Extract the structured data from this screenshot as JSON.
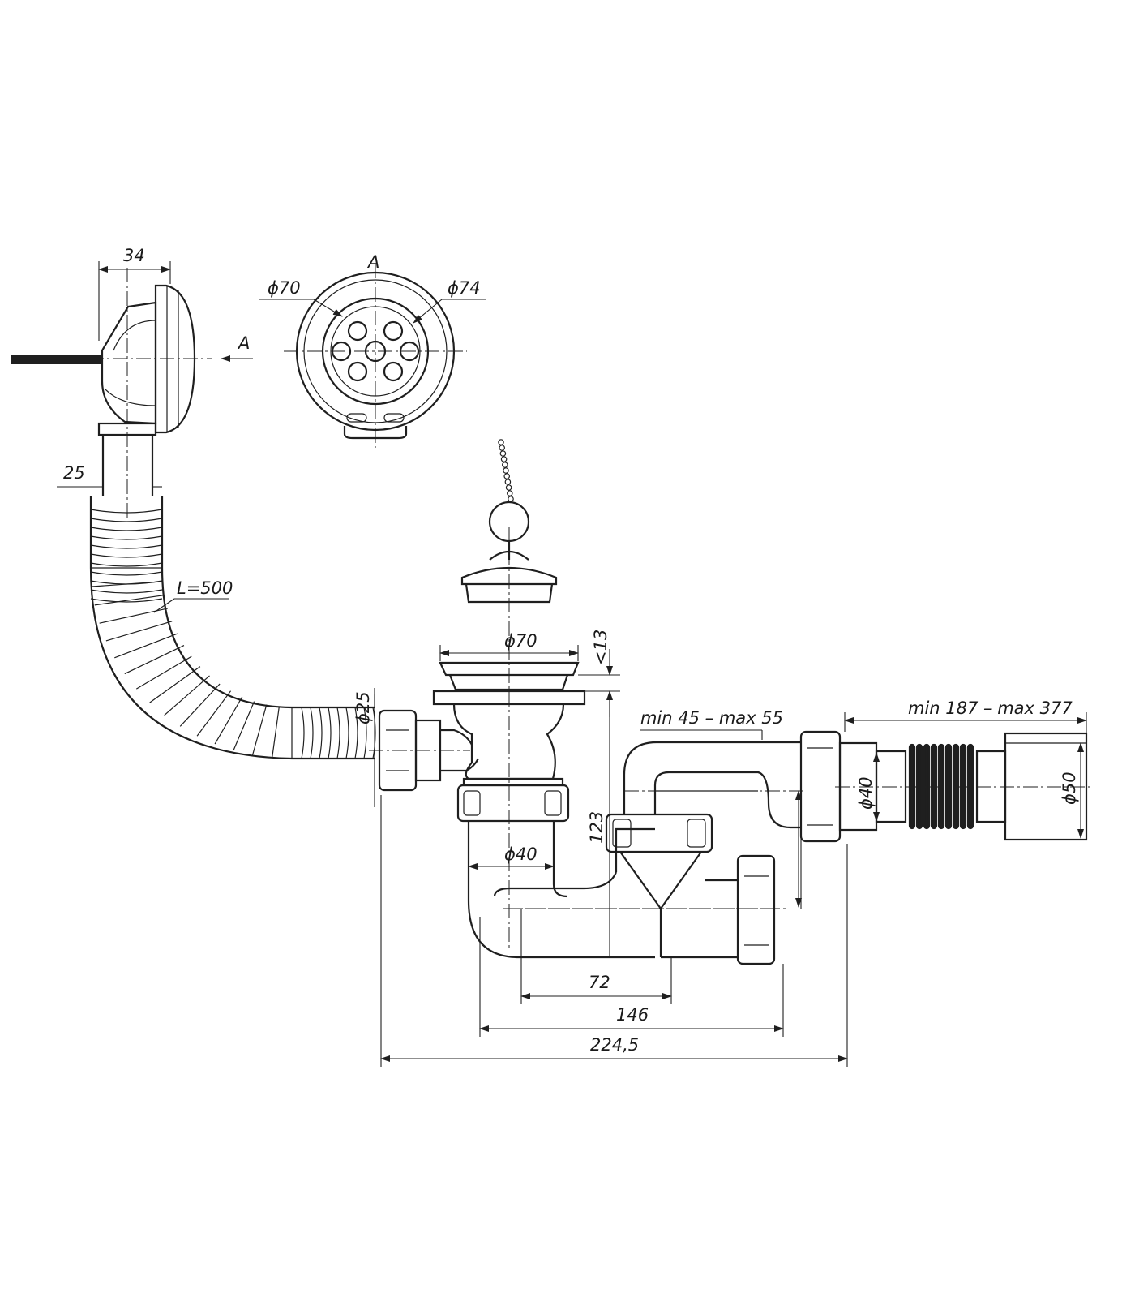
{
  "dimensions": {
    "d34": "34",
    "d25": "25",
    "hose_length": "L=500",
    "view_label": "A",
    "arrow_label": "A",
    "phi70_top": "ϕ70",
    "phi74": "ϕ74",
    "phi70_drain": "ϕ70",
    "lt13": "<13",
    "phi25": "ϕ25",
    "min45_max55": "min 45 – max 55",
    "min187_max377": "min 187 – max 377",
    "phi40_outlet": "ϕ40",
    "phi50": "ϕ50",
    "d123": "123",
    "phi40_trap": "ϕ40",
    "d72": "72",
    "d146": "146",
    "d224_5": "224,5"
  }
}
